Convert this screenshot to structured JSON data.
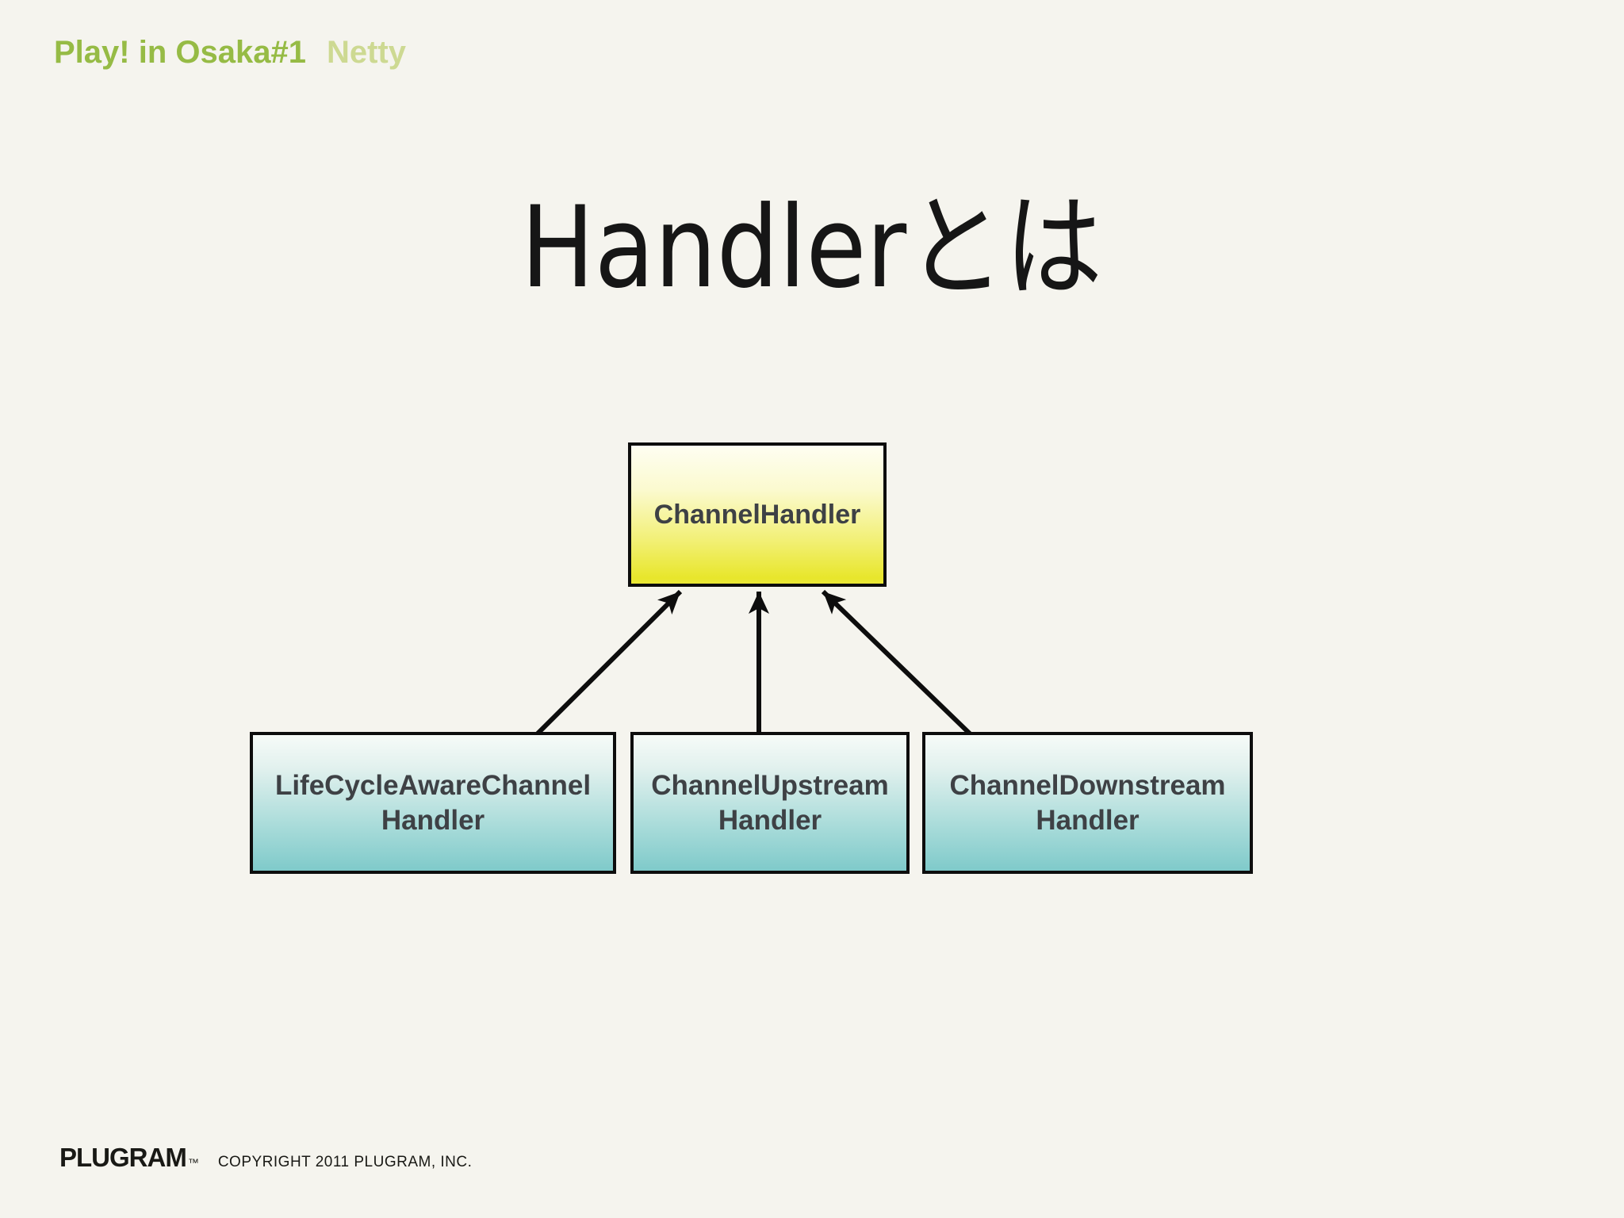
{
  "header": {
    "event": "Play! in Osaka#1",
    "topic": "Netty"
  },
  "title": "Handlerとは",
  "diagram": {
    "type": "class-inheritance",
    "parent": {
      "label": "ChannelHandler"
    },
    "children": [
      {
        "line1": "LifeCycleAwareChannel",
        "line2": "Handler"
      },
      {
        "line1": "ChannelUpstream",
        "line2": "Handler"
      },
      {
        "line1": "ChannelDownstream",
        "line2": "Handler"
      }
    ],
    "relationship": "children point to parent with solid black arrows"
  },
  "footer": {
    "logo": "PLUGRAM",
    "trademark": "™",
    "copyright": "COPYRIGHT 2011 PLUGRAM, INC."
  },
  "colors": {
    "background": "#F5F4EE",
    "accent_green": "#96BB45",
    "accent_green_light": "#CDD992",
    "parent_box_gradient_top": "#FEFEF2",
    "parent_box_gradient_bottom": "#E8E62B",
    "child_box_gradient_top": "#F6FBF8",
    "child_box_gradient_bottom": "#7FCACA",
    "box_border": "#0d0d0d",
    "box_text": "#3E4145",
    "arrow": "#0d0d0d"
  }
}
